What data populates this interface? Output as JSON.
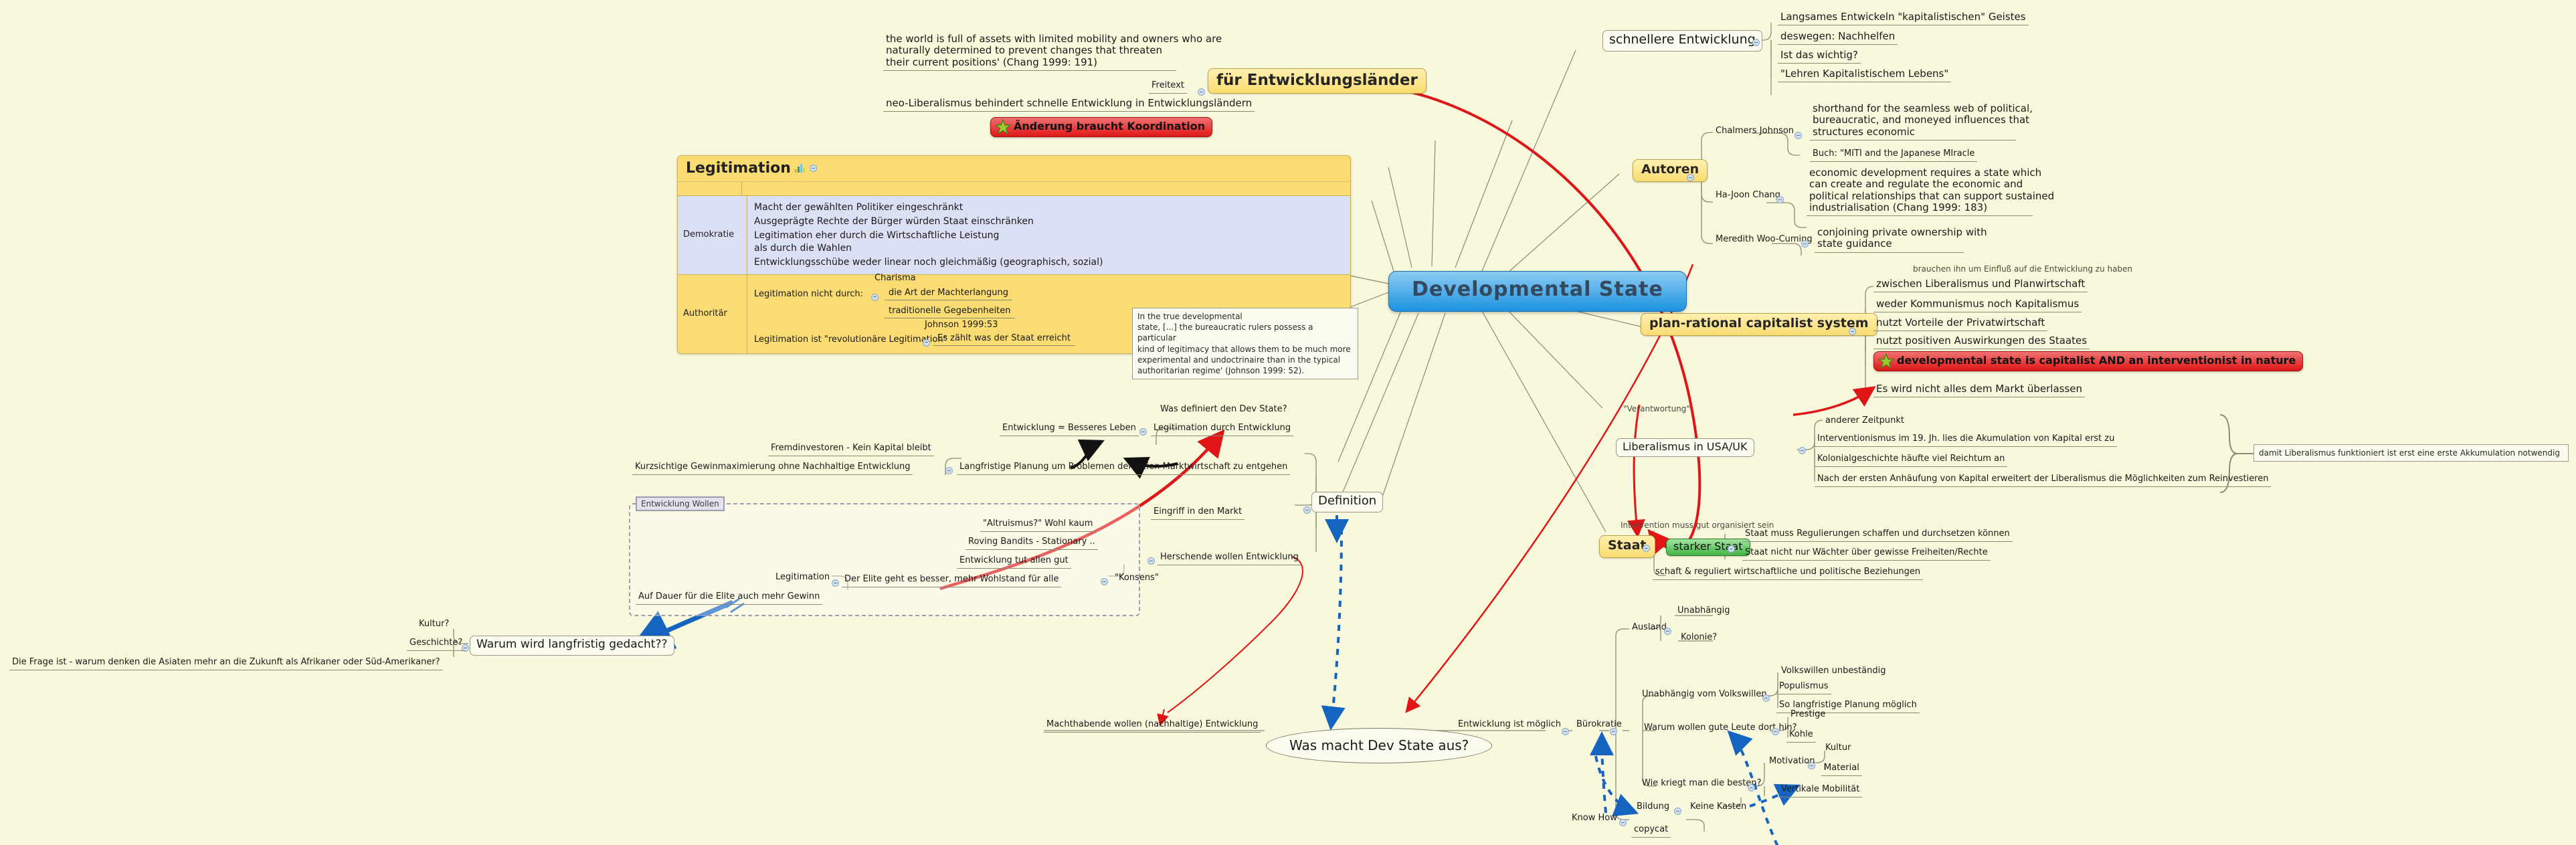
{
  "central": {
    "label": "Developmental State"
  },
  "colors": {
    "canvas": "#F8F8DC",
    "central_node": "#1C93E0",
    "highlight_yellow": "#FBDC72",
    "alert_red": "#E01515",
    "state_green": "#46B446",
    "democracy_row": "#DCE0F5",
    "red_arrow": "#E01515",
    "blue_arrow": "#1565C0",
    "black_arrow": "#111111"
  },
  "branches": {
    "fuer_entwicklungslaender": {
      "label": "für Entwicklungsländer",
      "freitext_label": "Freitext",
      "quote_lines": [
        "the world is full of  assets with limited mobility and owners who are",
        "naturally determined to prevent changes that threaten",
        "their current positions' (Chang 1999: 191)"
      ],
      "children": [
        "neo-Liberalismus behindert schnelle Entwicklung in Entwicklungsländern"
      ],
      "alert": "Änderung braucht Koordination"
    },
    "schnellere_entwicklung": {
      "label": "schnellere Entwicklung",
      "children": [
        "Langsames Entwickeln \"kapitalistischen\" Geistes",
        "deswegen: Nachhelfen",
        "Ist das wichtig?",
        "\"Lehren Kapitalistischem Lebens\""
      ]
    },
    "autoren": {
      "label": "Autoren",
      "items": [
        {
          "name": "Chalmers Johnson",
          "notes": [
            {
              "lines": [
                "shorthand for the seamless web of  political,",
                "bureaucratic, and moneyed influences that",
                "structures  economic"
              ]
            },
            {
              "lines": [
                "Buch: \"MITI and the Japanese MIracle"
              ]
            }
          ]
        },
        {
          "name": "Ha-Joon Chang",
          "notes": [
            {
              "lines": [
                "economic   development   requires a state  which",
                "can  create  and  regulate  the  economic and",
                "political relationships that can support sustained",
                "industrialisation (Chang  1999:  183)"
              ]
            }
          ]
        },
        {
          "name": "Meredith Woo-Cuming",
          "notes": [
            {
              "lines": [
                "conjoining  private  ownership  with",
                "state  guidance"
              ]
            }
          ]
        }
      ]
    },
    "plan_rational": {
      "label": "plan-rational capitalist system",
      "edge_label": "brauchen ihn um Einfluß auf die Entwicklung zu haben",
      "children": [
        "zwischen Liberalismus und Planwirtschaft",
        "weder Kommunismus noch Kapitalismus",
        "nutzt Vorteile der Privatwirtschaft",
        "nutzt positiven Auswirkungen des Staates"
      ],
      "alert": "developmental state is capitalist AND an interventionist in nature",
      "last_child": "Es wird nicht alles dem Markt überlassen"
    },
    "liberalismus": {
      "label": "Liberalismus in USA/UK",
      "arrow_label": "\"Verantwortung\"",
      "children": [
        "anderer Zeitpunkt",
        "Interventionismus im 19. Jh. lies die Akumulation von Kapital erst zu",
        "Kolonialgeschichte häufte viel Reichtum an",
        "Nach der ersten Anhäufung von Kapital erweitert der Liberalismus die Möglichkeiten zum Reinvestieren"
      ],
      "summary": "damit Liberalismus funktioniert ist erst eine erste Akkumulation notwendig"
    },
    "staat": {
      "label": "Staat",
      "arrow_label": "Intervention muss gut organisiert sein",
      "strong_state": "starker Staat",
      "strong_state_children": [
        "Staat muss Regulierungen schaffen und durchsetzen können",
        "Staat nicht nur Wächter über gewisse Freiheiten/Rechte"
      ],
      "children": [
        "schaft & reguliert wirtschaftliche und politische Beziehungen"
      ]
    },
    "legitimation_table": {
      "title": "Legitimation",
      "rows": [
        {
          "category": "Demokratie",
          "cells": [
            "Macht der gewählten Politiker eingeschränkt",
            "Ausgeprägte Rechte der Bürger würden Staat einschränken",
            "Legitimation eher durch die Wirtschaftliche Leistung",
            "als durch die Wahlen",
            "Entwicklungsschübe weder linear noch gleichmäßig (geographisch, sozial)"
          ]
        },
        {
          "category": "Authoritär",
          "sub": [
            {
              "label": "Legitimation nicht durch:",
              "children": [
                "Charisma",
                "die Art der Machterlangung",
                "traditionelle Gegebenheiten"
              ]
            },
            {
              "label": "Legitimation ist \"revolutionäre Legitimation\"",
              "children": [
                "Johnson 1999:53",
                "Es zählt was der Staat erreicht"
              ]
            }
          ],
          "note": [
            "In the true developmental",
            "state, [...] the bureaucratic rulers possess a particular",
            "kind of  legitimacy that allows them to be much more",
            "experimental  and  undoctrinaire  than  in  the  typical",
            "authoritarian regime' (Johnson 1999: 52)."
          ]
        }
      ]
    },
    "definition": {
      "label": "Definition",
      "question": "Was definiert den Dev State?",
      "items": [
        {
          "label": "Legitimation durch Entwicklung",
          "children": [
            "Entwicklung = Besseres Leben"
          ]
        },
        {
          "label": "Langfristige Planung um Problemen der freien Marktwirtschaft zu entgehen",
          "children": [
            "Fremdinvestoren - Kein Kapital bleibt",
            "Kurzsichtige Gewinmaximierung ohne Nachhaltige Entwicklung"
          ]
        },
        {
          "label": "Eingriff in den Markt",
          "children": []
        },
        {
          "label": "Herschende wollen Entwicklung",
          "children": []
        }
      ]
    },
    "entwicklung_wollen": {
      "group_label": "Entwicklung Wollen",
      "items": [
        "\"Altruismus?\" Wohl kaum",
        "Roving Bandits - Stationary ..",
        "Entwicklung tut allen gut"
      ],
      "konsens": "\"Konsens\"",
      "elite": "Der Elite geht es besser, mehr Wohlstand für alle",
      "legitimation": "Legitimation",
      "dauer": "Auf Dauer für die Elite auch mehr Gewinn"
    },
    "warum_langfristig": {
      "label": "Warum wird langfristig gedacht??",
      "children": [
        "Kultur?",
        "Geschichte?",
        "Die Frage ist - warum denken die Asiaten mehr an die Zukunft als Afrikaner oder Süd-Amerikaner?"
      ]
    },
    "was_macht": {
      "label": "Was macht Dev State aus?",
      "left_child": "Machthabende wollen (nachhaltige) Entwicklung",
      "right_chain": {
        "label": "Entwicklung ist möglich",
        "buerokratie": {
          "label": "Bürokratie",
          "ausland": {
            "label": "Ausland",
            "children": [
              "Unabhängig",
              "Kolonie?"
            ]
          },
          "unabhaengig": {
            "label": "Unabhängig vom Volkswillen",
            "children": [
              "Volkswillen unbeständig",
              "Populismus",
              "So langfristige Planung möglich"
            ]
          },
          "gute_leute": {
            "label": "Warum wollen gute Leute dort hin?",
            "children": [
              "Prestige",
              "Kohle"
            ]
          },
          "besten": {
            "label": "Wie kriegt man die besten?",
            "motivation": {
              "label": "Motivation",
              "children": [
                "Kultur",
                "Material"
              ]
            },
            "vertikale": "Vertikale Mobilität"
          },
          "knowhow": {
            "label": "Know How",
            "children": [
              "copycat"
            ]
          },
          "bildung": {
            "label": "Bildung",
            "children": [
              "Keine Kasten"
            ]
          }
        }
      }
    }
  }
}
